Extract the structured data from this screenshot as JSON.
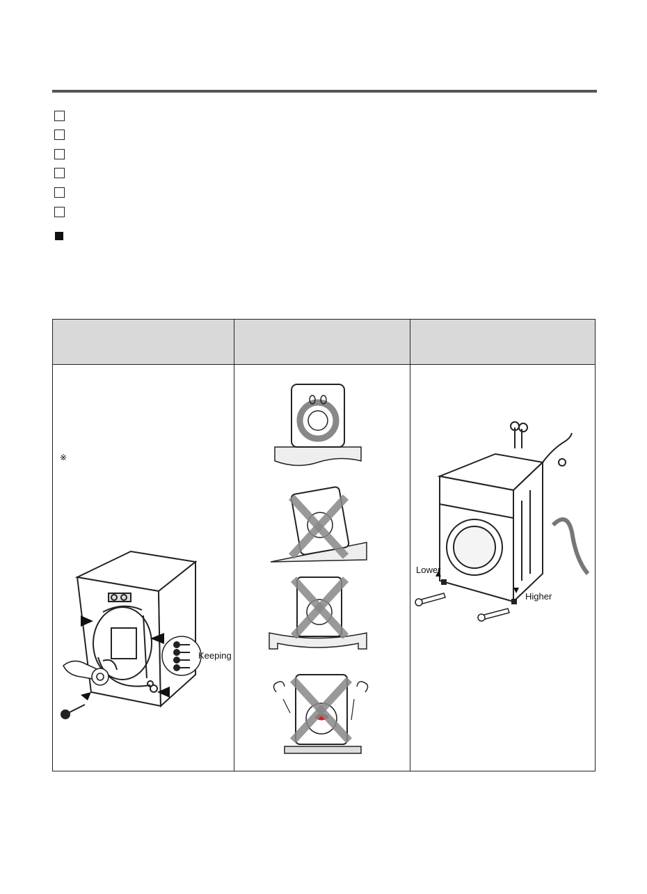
{
  "checklist": {
    "count": 6
  },
  "table": {
    "headers": [
      "",
      "",
      ""
    ],
    "col1": {
      "note_symbol": "※",
      "keeping_label": "Keeping"
    },
    "col3": {
      "lower_label": "Lower",
      "higher_label": "Higher"
    }
  }
}
